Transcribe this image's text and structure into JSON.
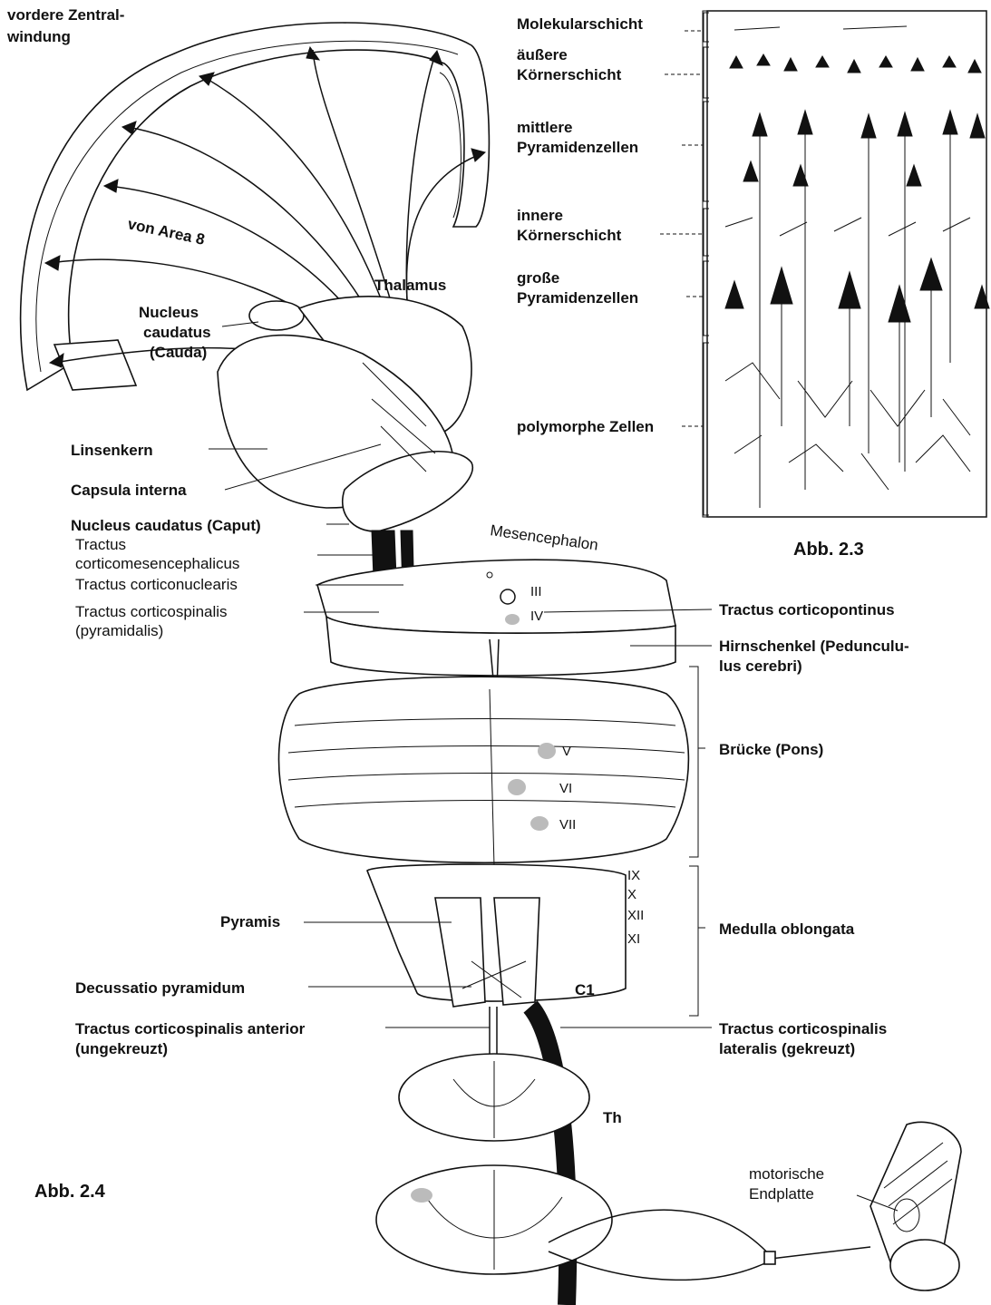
{
  "figure_2_4": {
    "caption": "Abb. 2.4",
    "labels": {
      "precentral_gyrus": [
        "vordere Zentral-",
        "windung"
      ],
      "area8": "von Area 8",
      "thalamus": "Thalamus",
      "caudate_tail": [
        "Nucleus",
        "caudatus",
        "(Cauda)"
      ],
      "lentiform": "Linsenkern",
      "internal_capsule": "Capsula interna",
      "caudate_head": "Nucleus caudatus (Caput)",
      "mesencephalic_tract": [
        "Tractus",
        "corticomesencephalicus"
      ],
      "corticonuclear": "Tractus corticonuclearis",
      "corticospinal": [
        "Tractus corticospinalis",
        "(pyramidalis)"
      ],
      "mesencephalon": "Mesencephalon",
      "corticopontine": "Tractus corticopontinus",
      "peduncle": [
        "Hirnschenkel (Pedunculu-",
        "lus cerebri)"
      ],
      "pons": "Brücke (Pons)",
      "pyramis": "Pyramis",
      "medulla": "Medulla oblongata",
      "decussation": "Decussatio pyramidum",
      "c1": "C1",
      "anterior_tract": [
        "Tractus corticospinalis anterior",
        "(ungekreuzt)"
      ],
      "lateral_tract": [
        "Tractus corticospinalis",
        "lateralis (gekreuzt)"
      ],
      "th": "Th",
      "endplate": [
        "motorische",
        "Endplatte"
      ]
    },
    "cranial_nerves": [
      "III",
      "IV",
      "V",
      "VI",
      "VII",
      "IX",
      "X",
      "XII",
      "XI"
    ]
  },
  "figure_2_3": {
    "caption": "Abb. 2.3",
    "layers": [
      {
        "label": [
          "Molekularschicht"
        ]
      },
      {
        "label": [
          "äußere",
          "Körnerschicht"
        ]
      },
      {
        "label": [
          "mittlere",
          "Pyramidenzellen"
        ]
      },
      {
        "label": [
          "innere",
          "Körnerschicht"
        ]
      },
      {
        "label": [
          "große",
          "Pyramidenzellen"
        ]
      },
      {
        "label": [
          "polymorphe Zellen"
        ]
      }
    ]
  }
}
